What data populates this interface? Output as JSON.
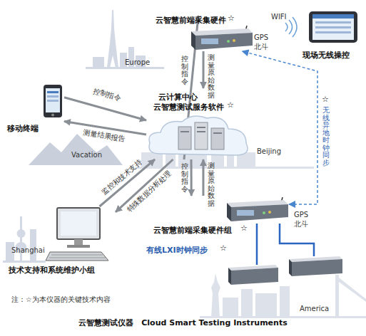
{
  "diagram": {
    "caption": "云智慧测试仪器　Cloud Smart Testing Instruments",
    "nodes": [
      {
        "text": [
          "云智慧前端采集硬件",
          "☆"
        ]
      },
      {
        "text": [
          "现场无线操控"
        ]
      },
      {
        "text": [
          "移动终端"
        ]
      },
      {
        "text": [
          "云计算中心",
          "云智慧测试服务软件",
          "☆"
        ]
      },
      {
        "text": [
          "技术支持和系统维护小组"
        ]
      },
      {
        "text": [
          "云智慧前端采集硬件组",
          "☆"
        ]
      }
    ],
    "edges": [
      {
        "from": 3,
        "to": 0,
        "arrow": "to",
        "label": "控制指令"
      },
      {
        "from": 0,
        "to": 3,
        "arrow": "to",
        "label": "测量原始数据"
      },
      {
        "from": 2,
        "to": 3,
        "arrow": "to",
        "label": "控制指令"
      },
      {
        "from": 3,
        "to": 2,
        "arrow": "to",
        "label": "测量结果报告"
      },
      {
        "from": 3,
        "to": 5,
        "arrow": "to",
        "label": "控制指令"
      },
      {
        "from": 5,
        "to": 3,
        "arrow": "to",
        "label": "测量原始数据"
      },
      {
        "from": 4,
        "to": 3,
        "arrow": "to",
        "label": "监控和技术支持"
      },
      {
        "from": 3,
        "to": 4,
        "arrow": "to",
        "label": "特殊数据分析处理"
      },
      {
        "from": 5,
        "to": 0,
        "arrow": "both",
        "label": "无线异地时钟同步"
      }
    ],
    "labels": [
      "Europe",
      "WIFI",
      "GPS",
      "北斗",
      "Vacation",
      "Beijing",
      "GPS",
      "北斗",
      "有线LXI时钟同步",
      "☆",
      "☆",
      "Shanghai",
      "America",
      "注：☆为本仪器的关键技术内容"
    ]
  }
}
